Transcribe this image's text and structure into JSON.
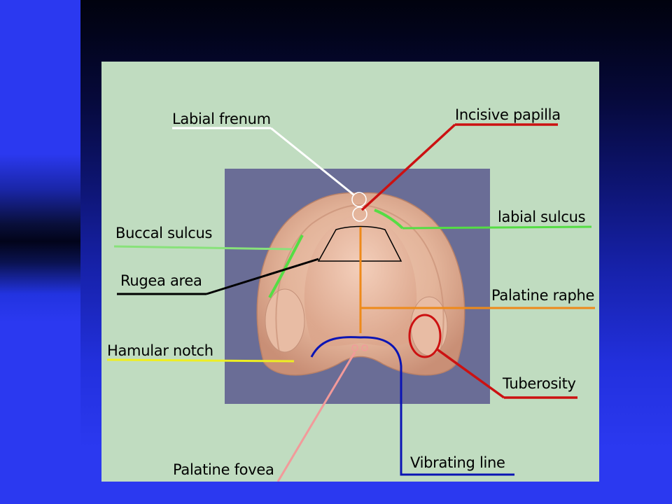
{
  "slide": {
    "accent_colors": {
      "background_blue": "#2b39f0",
      "figure_background": "#c0dcc0",
      "photo_background": "#6a6d96",
      "cast_color": "#e1b59c"
    }
  },
  "diagram": {
    "labels": {
      "labial_frenum": "Labial frenum",
      "incisive_papilla": "Incisive papilla",
      "buccal_sulcus": "Buccal sulcus",
      "labial_sulcus": "labial  sulcus",
      "rugea_area": "Rugea area",
      "palatine_raphe": "Palatine raphe",
      "hamular_notch": "Hamular notch",
      "tuberosity": "Tuberosity",
      "palatine_fovea": "Palatine fovea",
      "vibrating_line": "Vibrating line"
    },
    "line_colors": {
      "labial_frenum": "#ffffff",
      "incisive_papilla": "#cc1111",
      "buccal_sulcus": "#88e27a",
      "labial_sulcus": "#55dd44",
      "rugea_area": "#000000",
      "palatine_raphe": "#ee8a1a",
      "hamular_notch": "#eeee22",
      "tuberosity": "#cc1111",
      "palatine_fovea": "#f29a9a",
      "vibrating_line": "#0a14b4"
    }
  }
}
